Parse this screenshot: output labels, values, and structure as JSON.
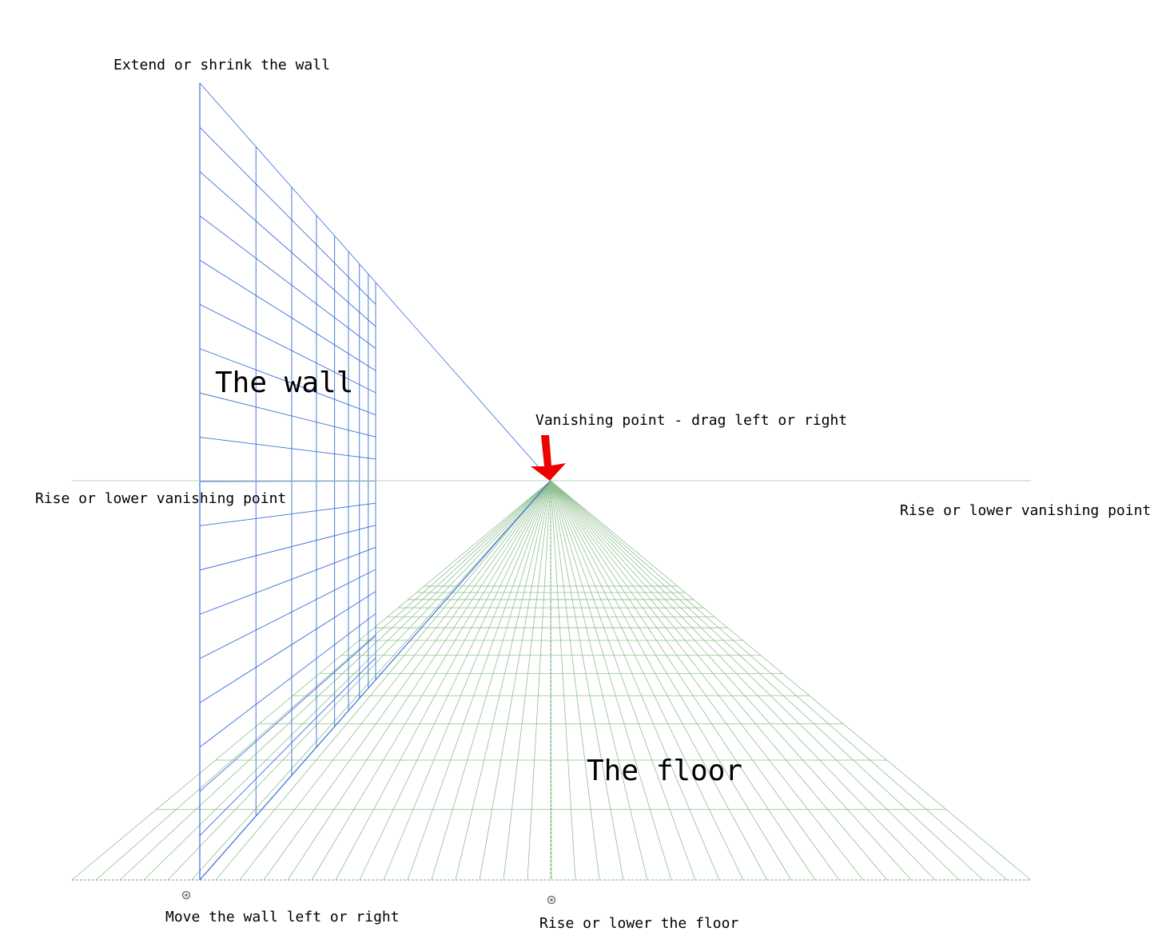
{
  "labels": {
    "extend_wall": "Extend or shrink the wall",
    "wall_title": "The wall",
    "vanishing_point": "Vanishing point - drag left or right",
    "rise_vp_left": "Rise or lower vanishing point",
    "rise_vp_right": "Rise or lower vanishing point",
    "floor_title": "The floor",
    "move_wall": "Move the wall left or right",
    "rise_floor": "Rise or lower the floor"
  },
  "colors": {
    "wall": "#3a6fd8",
    "floor": "#8fbf8f",
    "horizon": "#b9d3b9",
    "arrow": "#ee0000",
    "handle": "#777777"
  },
  "icons": {
    "vanishing_point_arrow": "red-down-arrow-icon",
    "wall_handle": "wall-move-handle-icon",
    "floor_handle": "floor-move-handle-icon"
  }
}
